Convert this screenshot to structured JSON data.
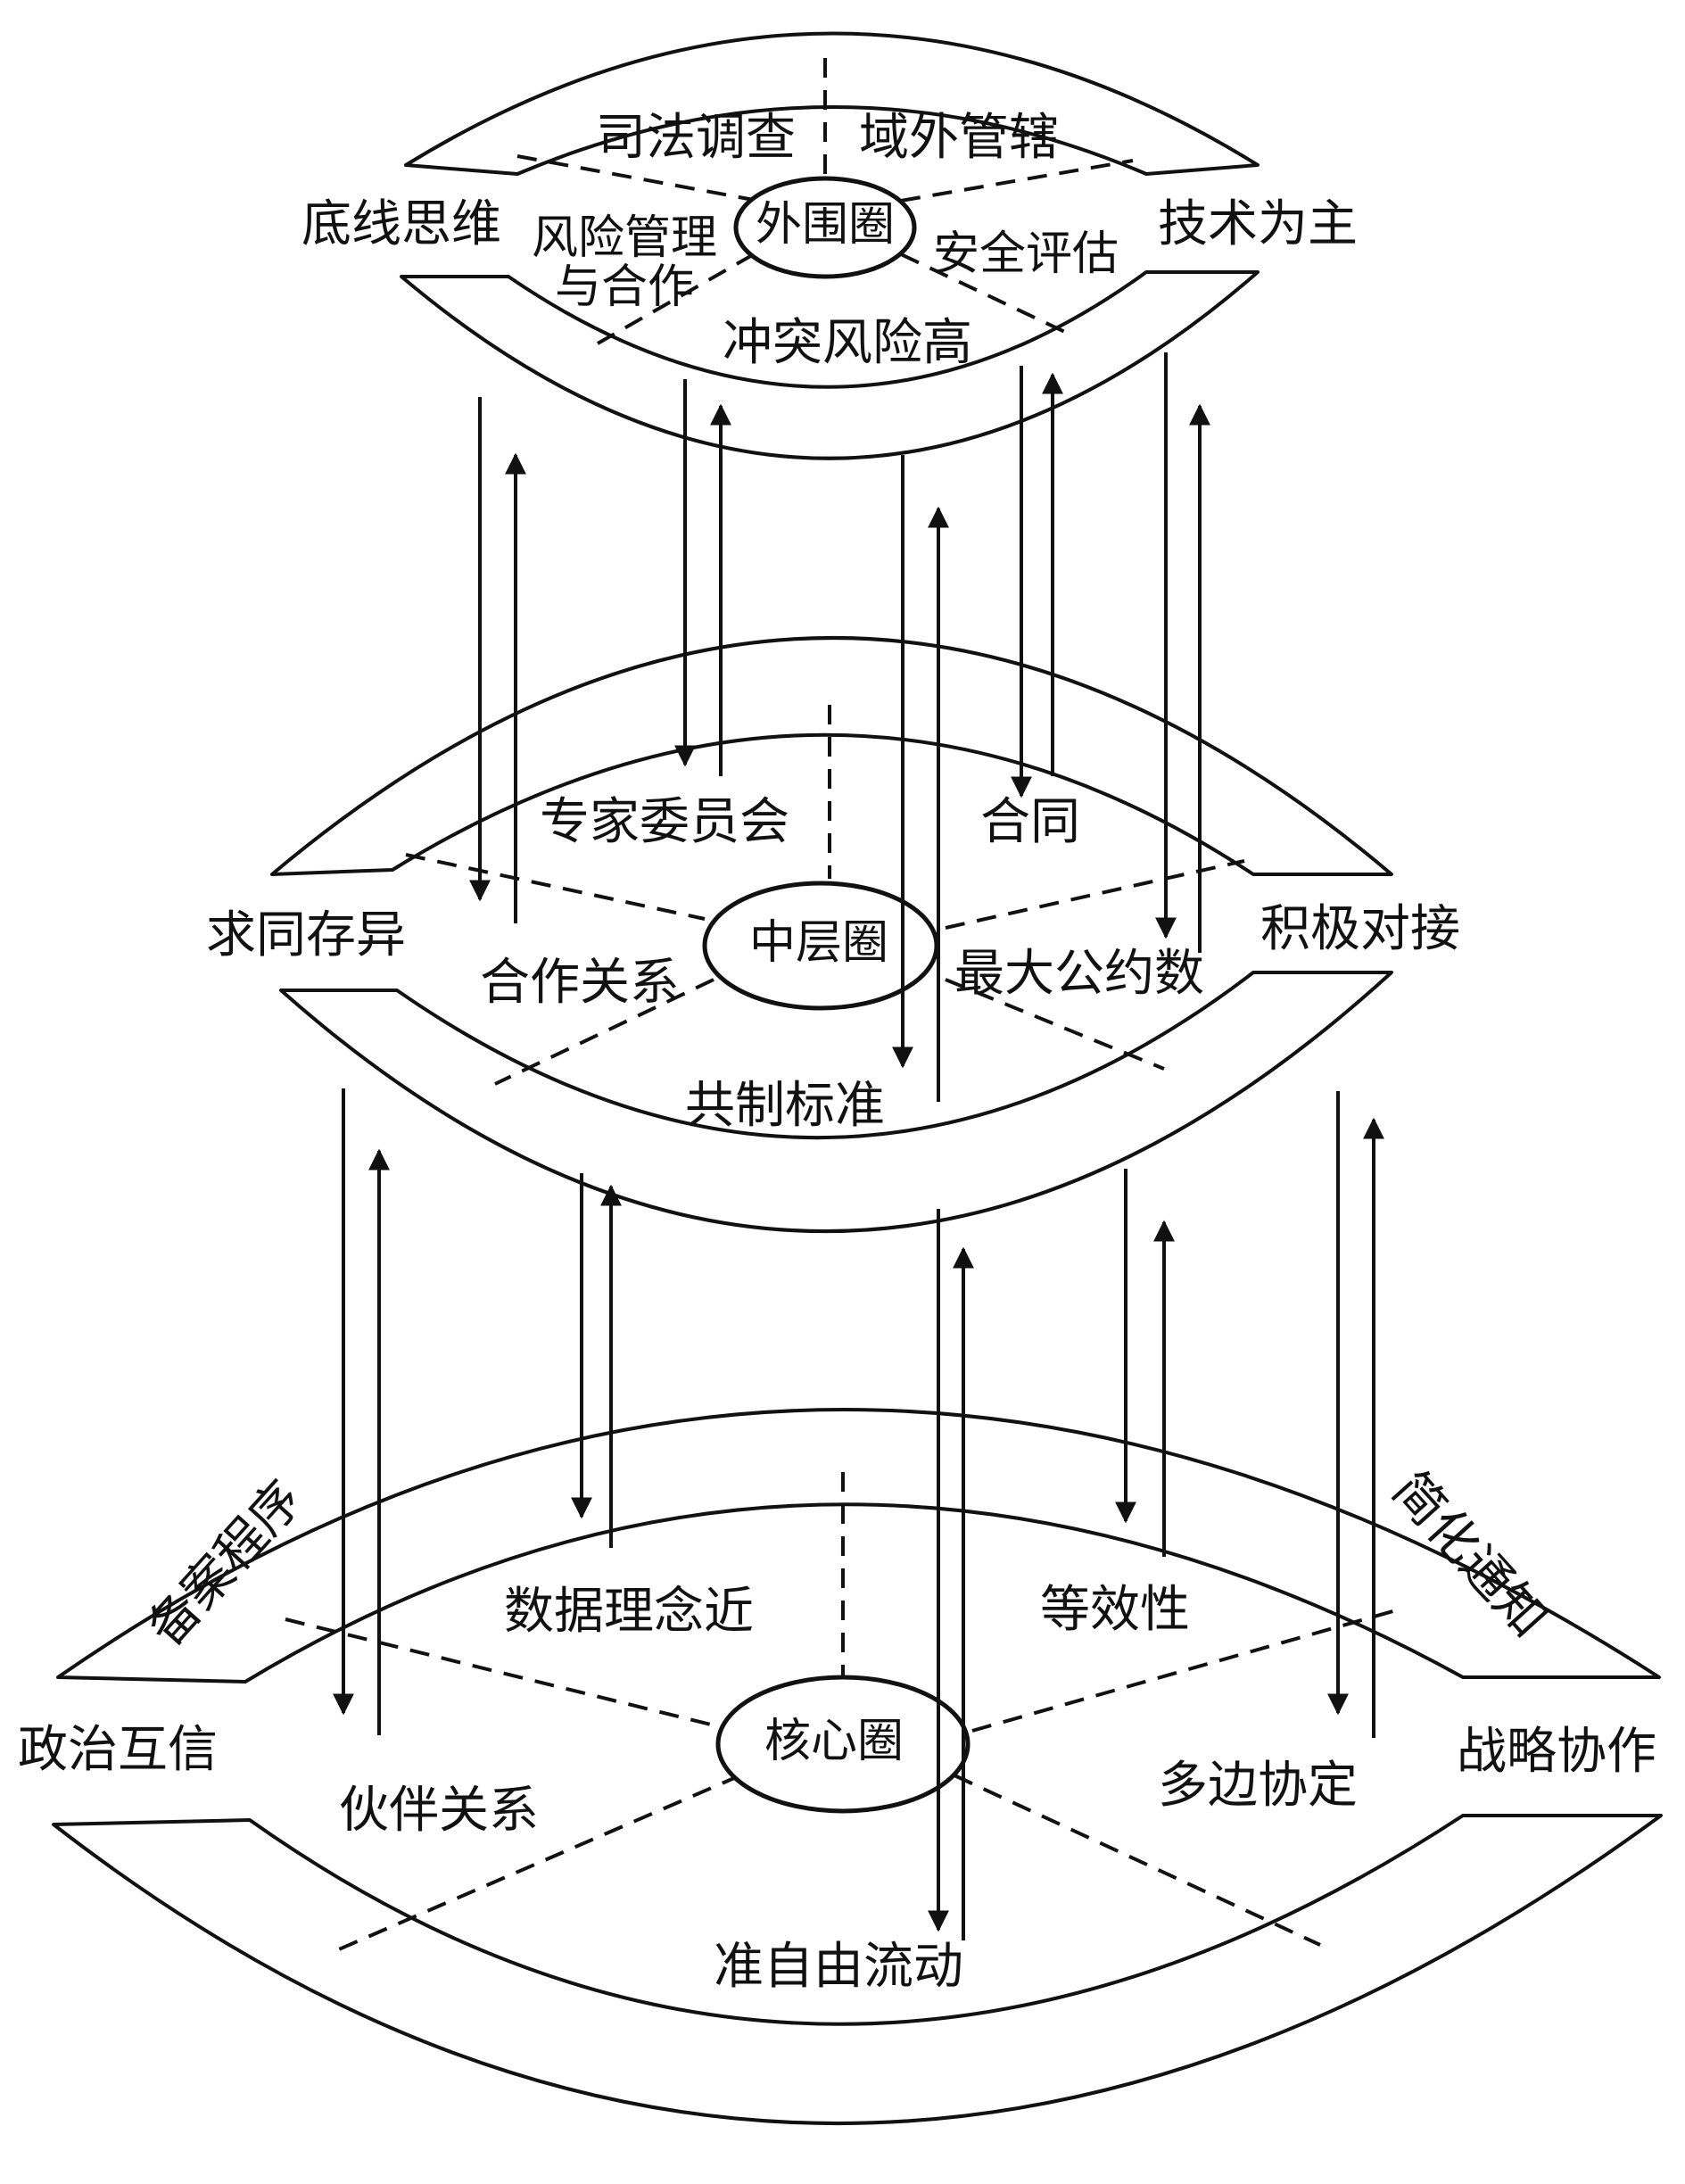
{
  "outer": {
    "center": "外围圈",
    "top_left": "司法调查",
    "top_right": "域外管辖",
    "left": "底线思维",
    "right": "技术为主",
    "inner_left_line1": "风险管理",
    "inner_left_line2": "与合作",
    "inner_right": "安全评估",
    "bottom": "冲突风险高"
  },
  "middle": {
    "center": "中层圈",
    "top_left": "专家委员会",
    "top_right": "合同",
    "left": "求同存异",
    "right": "积极对接",
    "inner_left": "合作关系",
    "inner_right": "最大公约数",
    "bottom": "共制标准"
  },
  "core": {
    "center": "核心圈",
    "band_left": "备案程序",
    "band_right": "简化通知",
    "top_left": "数据理念近",
    "top_right": "等效性",
    "left": "政治互信",
    "right": "战略协作",
    "inner_left": "伙伴关系",
    "inner_right": "多边协定",
    "bottom": "准自由流动"
  }
}
